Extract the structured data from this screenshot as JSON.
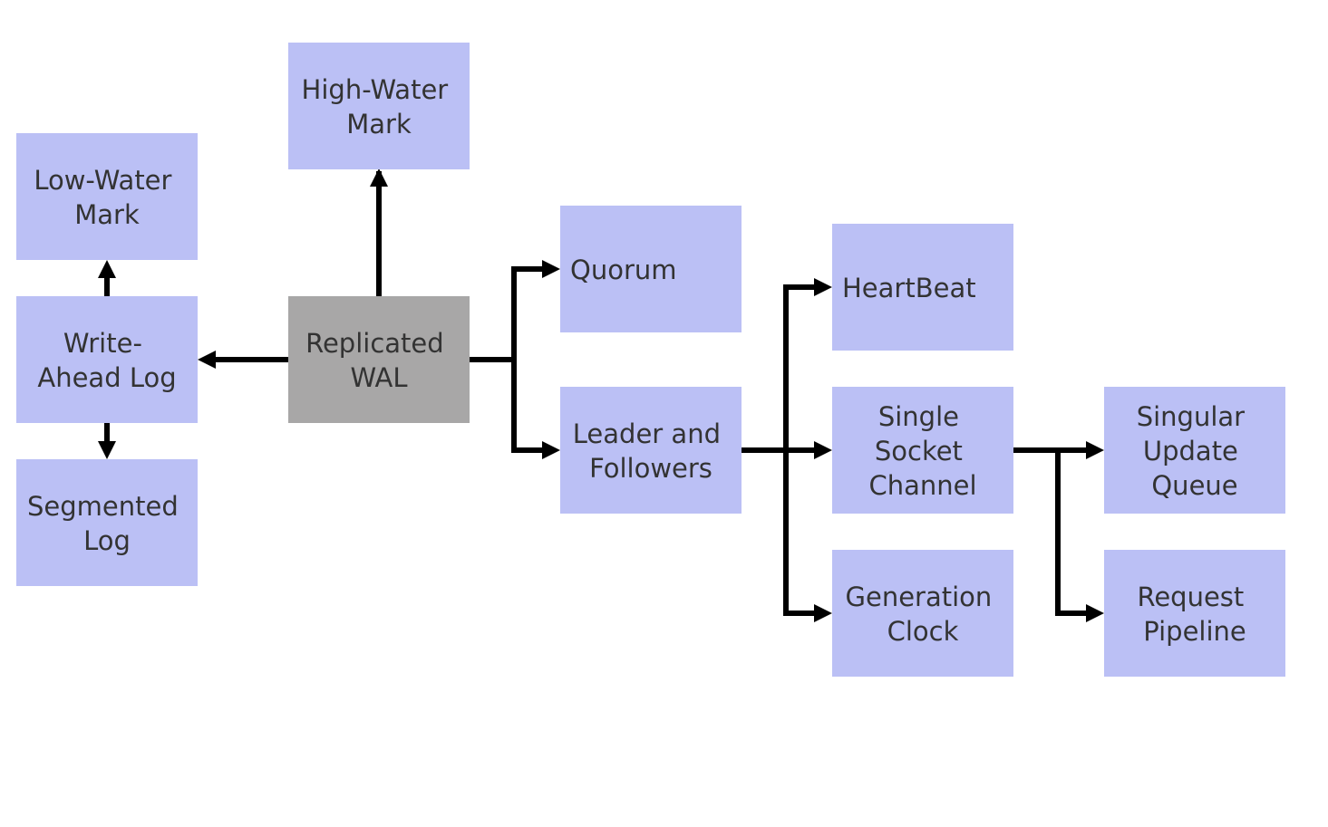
{
  "diagram": {
    "colors": {
      "node_fill": "#bbc0f5",
      "center_fill": "#a8a7a7",
      "text": "#333333",
      "edge": "#000000"
    },
    "nodes": [
      {
        "id": "replicated-wal",
        "lines": [
          "Replicated",
          "WAL"
        ],
        "role": "center"
      },
      {
        "id": "high-water-mark",
        "lines": [
          "High-Water",
          "Mark"
        ],
        "role": "pattern"
      },
      {
        "id": "low-water-mark",
        "lines": [
          "Low-Water",
          "Mark"
        ],
        "role": "pattern"
      },
      {
        "id": "write-ahead-log",
        "lines": [
          "Write-",
          "Ahead Log"
        ],
        "role": "pattern"
      },
      {
        "id": "segmented-log",
        "lines": [
          "Segmented",
          "Log"
        ],
        "role": "pattern"
      },
      {
        "id": "quorum",
        "lines": [
          "Quorum"
        ],
        "role": "pattern"
      },
      {
        "id": "leader-and-followers",
        "lines": [
          "Leader and",
          "Followers"
        ],
        "role": "pattern"
      },
      {
        "id": "heartbeat",
        "lines": [
          "HeartBeat"
        ],
        "role": "pattern"
      },
      {
        "id": "single-socket-channel",
        "lines": [
          "Single",
          "Socket",
          "Channel"
        ],
        "role": "pattern"
      },
      {
        "id": "generation-clock",
        "lines": [
          "Generation",
          "Clock"
        ],
        "role": "pattern"
      },
      {
        "id": "singular-update-queue",
        "lines": [
          "Singular",
          "Update",
          "Queue"
        ],
        "role": "pattern"
      },
      {
        "id": "request-pipeline",
        "lines": [
          "Request",
          "Pipeline"
        ],
        "role": "pattern"
      }
    ],
    "edges": [
      {
        "from": "replicated-wal",
        "to": "high-water-mark"
      },
      {
        "from": "replicated-wal",
        "to": "write-ahead-log"
      },
      {
        "from": "write-ahead-log",
        "to": "low-water-mark"
      },
      {
        "from": "write-ahead-log",
        "to": "segmented-log"
      },
      {
        "from": "replicated-wal",
        "to": "quorum"
      },
      {
        "from": "replicated-wal",
        "to": "leader-and-followers"
      },
      {
        "from": "leader-and-followers",
        "to": "heartbeat"
      },
      {
        "from": "leader-and-followers",
        "to": "single-socket-channel"
      },
      {
        "from": "leader-and-followers",
        "to": "generation-clock"
      },
      {
        "from": "single-socket-channel",
        "to": "singular-update-queue"
      },
      {
        "from": "single-socket-channel",
        "to": "request-pipeline"
      }
    ]
  }
}
